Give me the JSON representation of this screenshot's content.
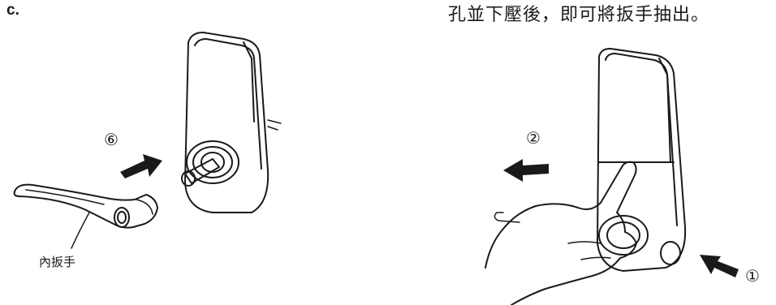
{
  "step_letter": "c.",
  "instruction_text": "孔並下壓後，即可將扳手抽出。",
  "label_inner_handle": "內扳手",
  "step_numbers": {
    "left_arrow_step": "⑥",
    "right_arrow_step_2": "②",
    "right_arrow_step_1": "①"
  },
  "colors": {
    "line": "#1a1a1a",
    "background": "#ffffff"
  }
}
